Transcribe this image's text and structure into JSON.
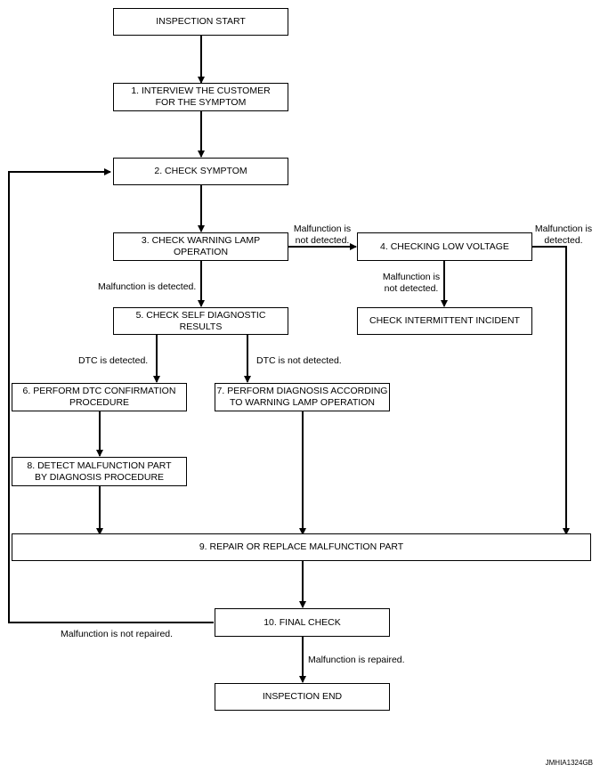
{
  "boxes": {
    "start": "INSPECTION START",
    "step1": "1. INTERVIEW THE CUSTOMER\nFOR THE SYMPTOM",
    "step2": "2. CHECK SYMPTOM",
    "step3": "3. CHECK WARNING LAMP\nOPERATION",
    "step4": "4. CHECKING LOW VOLTAGE",
    "intermittent": "CHECK INTERMITTENT INCIDENT",
    "step5": "5. CHECK SELF DIAGNOSTIC\nRESULTS",
    "step6": "6. PERFORM DTC CONFIRMATION\nPROCEDURE",
    "step7": "7. PERFORM DIAGNOSIS ACCORDING\nTO WARNING LAMP OPERATION",
    "step8": "8. DETECT MALFUNCTION PART\nBY DIAGNOSIS PROCEDURE",
    "step9": "9. REPAIR OR REPLACE MALFUNCTION PART",
    "step10": "10. FINAL CHECK",
    "end": "INSPECTION END"
  },
  "labels": {
    "not_detected_3_4": "Malfunction is\nnot detected.",
    "detected_4_9": "Malfunction is\ndetected.",
    "not_detected_4": "Malfunction is\nnot detected.",
    "detected_3_5": "Malfunction is detected.",
    "dtc_detected": "DTC is detected.",
    "dtc_not_detected": "DTC is not detected.",
    "not_repaired": "Malfunction is not repaired.",
    "repaired": "Malfunction is repaired."
  },
  "reference_code": "JMHIA1324GB"
}
